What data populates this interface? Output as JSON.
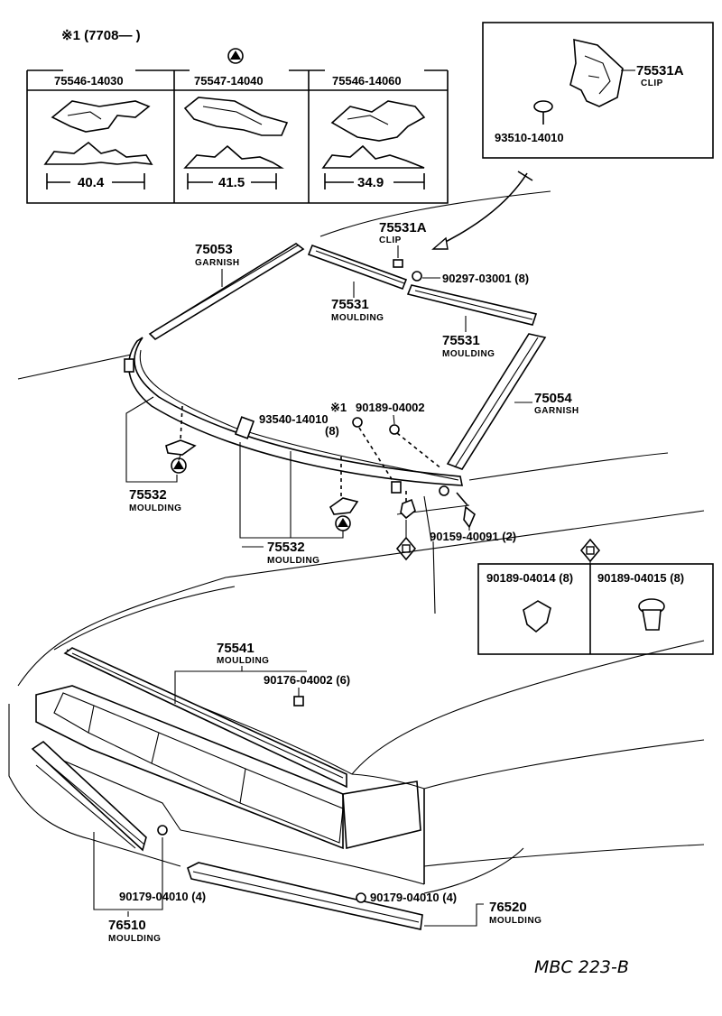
{
  "header": {
    "note": "※1 (7708—        )"
  },
  "symbols": {
    "triangle": "triangle-icon",
    "square": "square-in-diamond-icon",
    "star": "※1"
  },
  "clip_table": {
    "columns": [
      {
        "part_no": "75546-14030",
        "dim": "40.4"
      },
      {
        "part_no": "75547-14040",
        "dim": "41.5"
      },
      {
        "part_no": "75546-14060",
        "dim": "34.9"
      }
    ]
  },
  "inset_top": {
    "clip_no": "75531A",
    "clip_name": "CLIP",
    "screw_no": "93510-14010"
  },
  "inset_bottom": {
    "left_no": "90189-04014 (8)",
    "right_no": "90189-04015 (8)"
  },
  "labels": {
    "clip_main_no": "75531A",
    "clip_main_name": "CLIP",
    "p90297": "90297-03001 (8)",
    "garnish_l_no": "75053",
    "garnish_l_name": "GARNISH",
    "moulding_a_no": "75531",
    "moulding_a_name": "MOULDING",
    "moulding_b_no": "75531",
    "moulding_b_name": "MOULDING",
    "garnish_r_no": "75054",
    "garnish_r_name": "GARNISH",
    "p90189": "90189-04002",
    "p90189_mark": "※1",
    "p93540": "93540-14010",
    "p93540_qty": "(8)",
    "moulding_side_no": "75532",
    "moulding_side_name": "MOULDING",
    "moulding_low_no": "75532",
    "moulding_low_name": "MOULDING",
    "p90159": "90159-40091 (2)",
    "moulding_hood_no": "75541",
    "moulding_hood_name": "MOULDING",
    "p90176": "90176-04002 (6)",
    "p90179_l": "90179-04010 (4)",
    "p90179_r": "90179-04010 (4)",
    "moulding_front_no": "76510",
    "moulding_front_name": "MOULDING",
    "moulding_bumper_no": "76520",
    "moulding_bumper_name": "MOULDING"
  },
  "footer": {
    "code": "MBC 223-B"
  }
}
